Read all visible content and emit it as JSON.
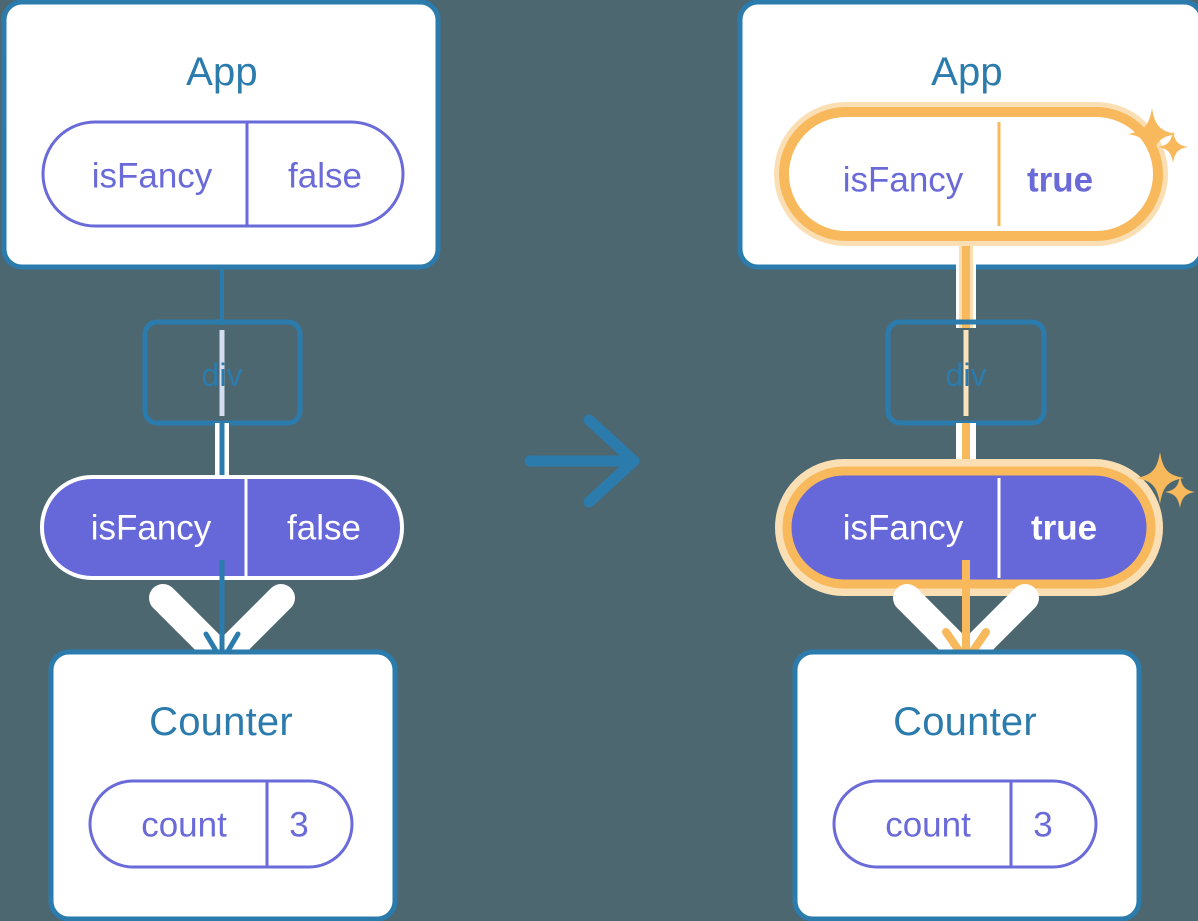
{
  "diagram": {
    "title_semantic": "react-state-propagation-before-after",
    "arrow_between_label": "transition-arrow"
  },
  "colors": {
    "background": "#4d6771",
    "box_border_blue": "#2b7bad",
    "box_fill": "#ffffff",
    "title_blue": "#2b7bad",
    "pill_purple": "#6a6ad8",
    "pill_fill_purple": "#6667d8",
    "pill_text_white": "#ffffff",
    "highlight_orange": "#f8b95c",
    "highlight_glow": "#fbdfb4",
    "line_blue": "#2b7bad",
    "line_pale": "#d4def0",
    "arrow_white": "#ffffff"
  },
  "panels": [
    {
      "id": "before",
      "app": {
        "title": "App",
        "state_pill": {
          "name": "isFancy",
          "value": "false",
          "style": "outline",
          "highlighted": false,
          "bold_value": false
        }
      },
      "div_node": {
        "label": "div"
      },
      "prop_pill": {
        "name": "isFancy",
        "value": "false",
        "style": "filled",
        "highlighted": false,
        "bold_value": false
      },
      "counter": {
        "title": "Counter",
        "state_pill": {
          "name": "count",
          "value": "3",
          "style": "outline",
          "highlighted": false,
          "bold_value": false
        }
      },
      "flow_arrow_color": "#2b7bad",
      "sparkles": 0
    },
    {
      "id": "after",
      "app": {
        "title": "App",
        "state_pill": {
          "name": "isFancy",
          "value": "true",
          "style": "outline",
          "highlighted": true,
          "bold_value": true
        }
      },
      "div_node": {
        "label": "div"
      },
      "prop_pill": {
        "name": "isFancy",
        "value": "true",
        "style": "filled",
        "highlighted": true,
        "bold_value": true
      },
      "counter": {
        "title": "Counter",
        "state_pill": {
          "name": "count",
          "value": "3",
          "style": "outline",
          "highlighted": false,
          "bold_value": false
        }
      },
      "flow_arrow_color": "#f8b95c",
      "sparkles": 2
    }
  ]
}
